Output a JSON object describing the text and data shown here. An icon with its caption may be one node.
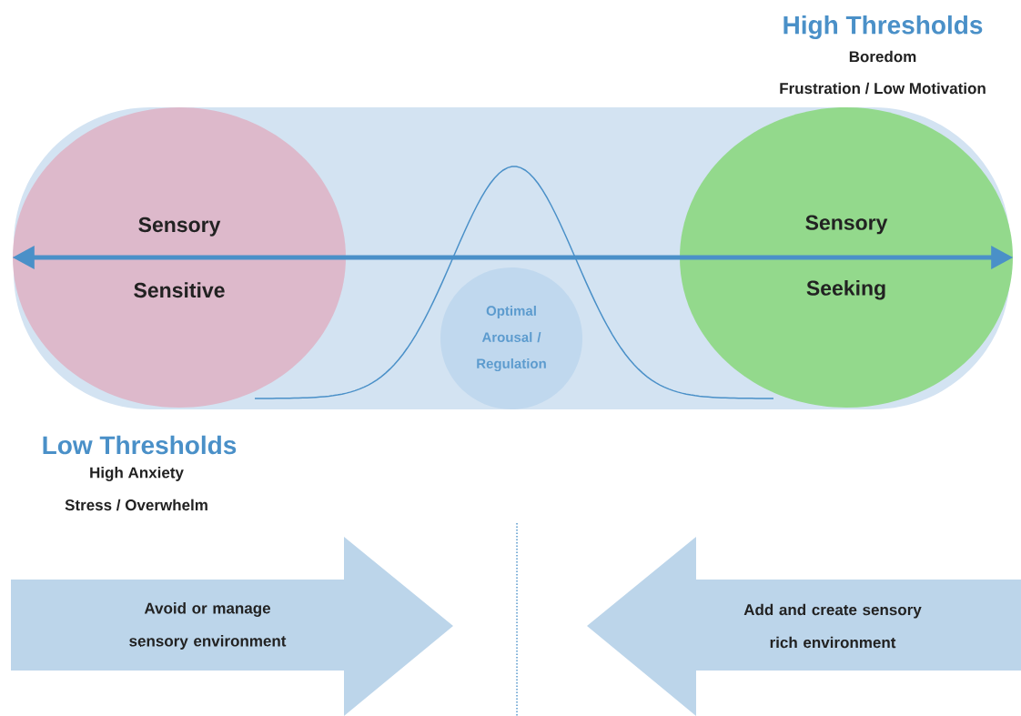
{
  "diagram": {
    "nodes": [
      {
        "text": [
          "Sensory Sensitive"
        ]
      },
      {
        "text": [
          "Optimal Arousal / Regulation"
        ]
      },
      {
        "text": [
          "Sensory Seeking"
        ]
      },
      {
        "text": [
          "Avoid or manage sensory environment"
        ]
      },
      {
        "text": [
          "Add and create sensory rich environment"
        ]
      }
    ],
    "edges": [
      {
        "from": 0,
        "to": 2,
        "arrow": "both"
      }
    ],
    "labels": [
      "High Thresholds",
      "Boredom",
      "Frustration / Low Motivation",
      "Low Thresholds",
      "High Anxiety",
      "Stress / Overwhelm"
    ]
  }
}
